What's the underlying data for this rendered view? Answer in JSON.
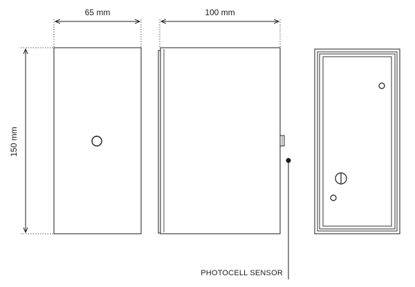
{
  "dimensions": {
    "front_width": "65 mm",
    "side_depth": "100 mm",
    "height": "150 mm"
  },
  "callout": {
    "label": "PHOTOCELL SENSOR"
  },
  "colors": {
    "line": "#1a1a1a",
    "dotted": "#555555",
    "background": "#ffffff"
  },
  "views": [
    "front-view",
    "side-view",
    "back-view"
  ]
}
